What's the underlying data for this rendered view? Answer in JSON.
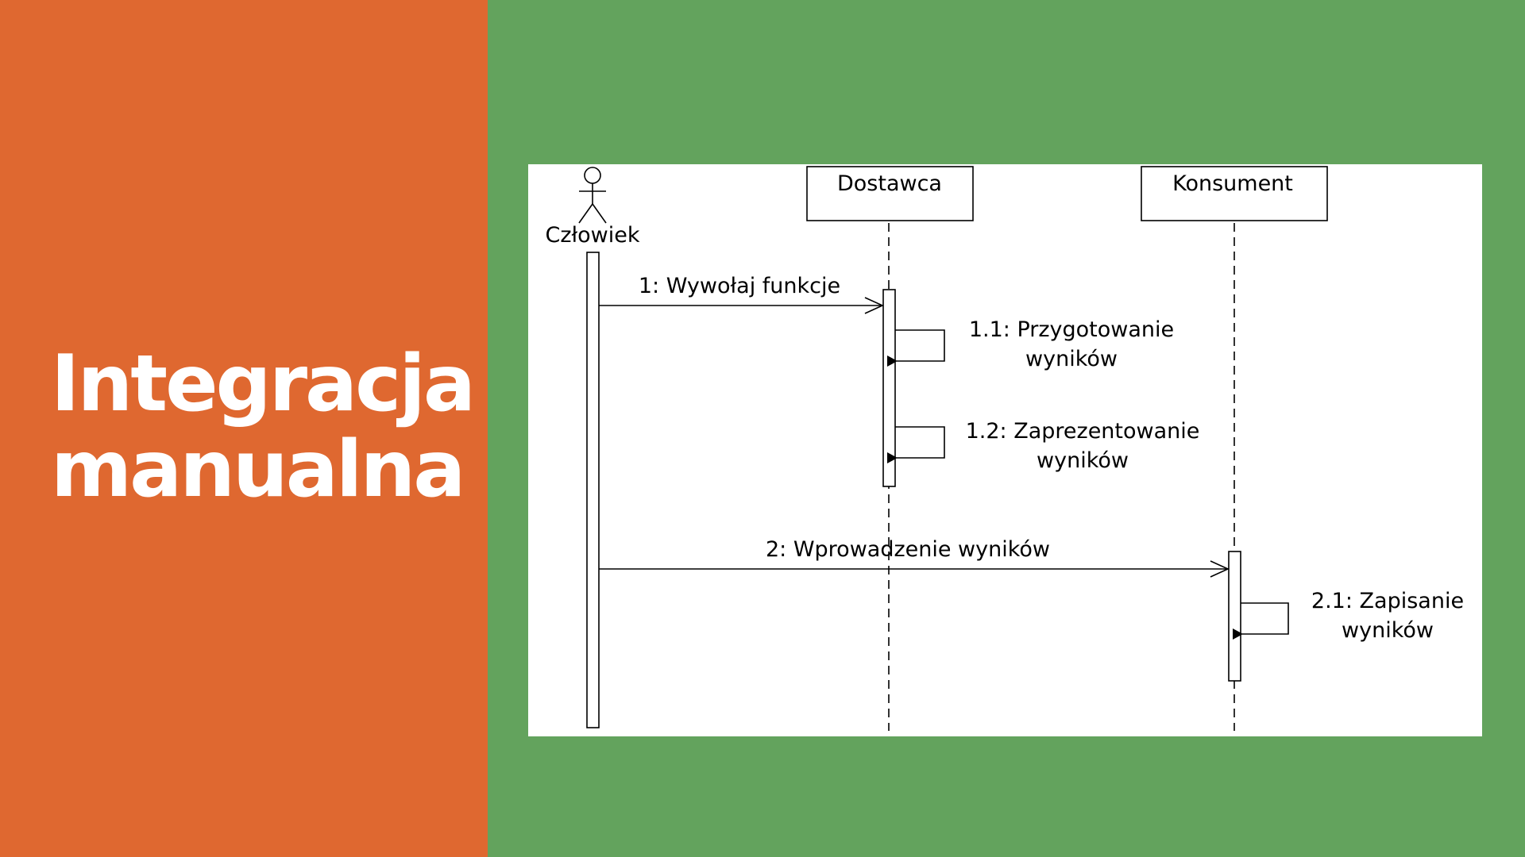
{
  "colors": {
    "left_panel": "#DF6830",
    "right_panel": "#63A35D",
    "card": "#FFFFFF",
    "ink": "#000000",
    "title_text": "#FFFFFF"
  },
  "slide": {
    "title_line1": "Integracja",
    "title_line2": "manualna"
  },
  "diagram": {
    "participants": {
      "human": "Człowiek",
      "provider": "Dostawca",
      "consumer": "Konsument"
    },
    "messages": {
      "call": "1: Wywołaj funkcje",
      "prepare_line1": "1.1: Przygotowanie",
      "prepare_line2": "wyników",
      "present_line1": "1.2: Zaprezentowanie",
      "present_line2": "wyników",
      "input": "2: Wprowadzenie wyników",
      "save_line1": "2.1: Zapisanie",
      "save_line2": "wyników"
    }
  }
}
